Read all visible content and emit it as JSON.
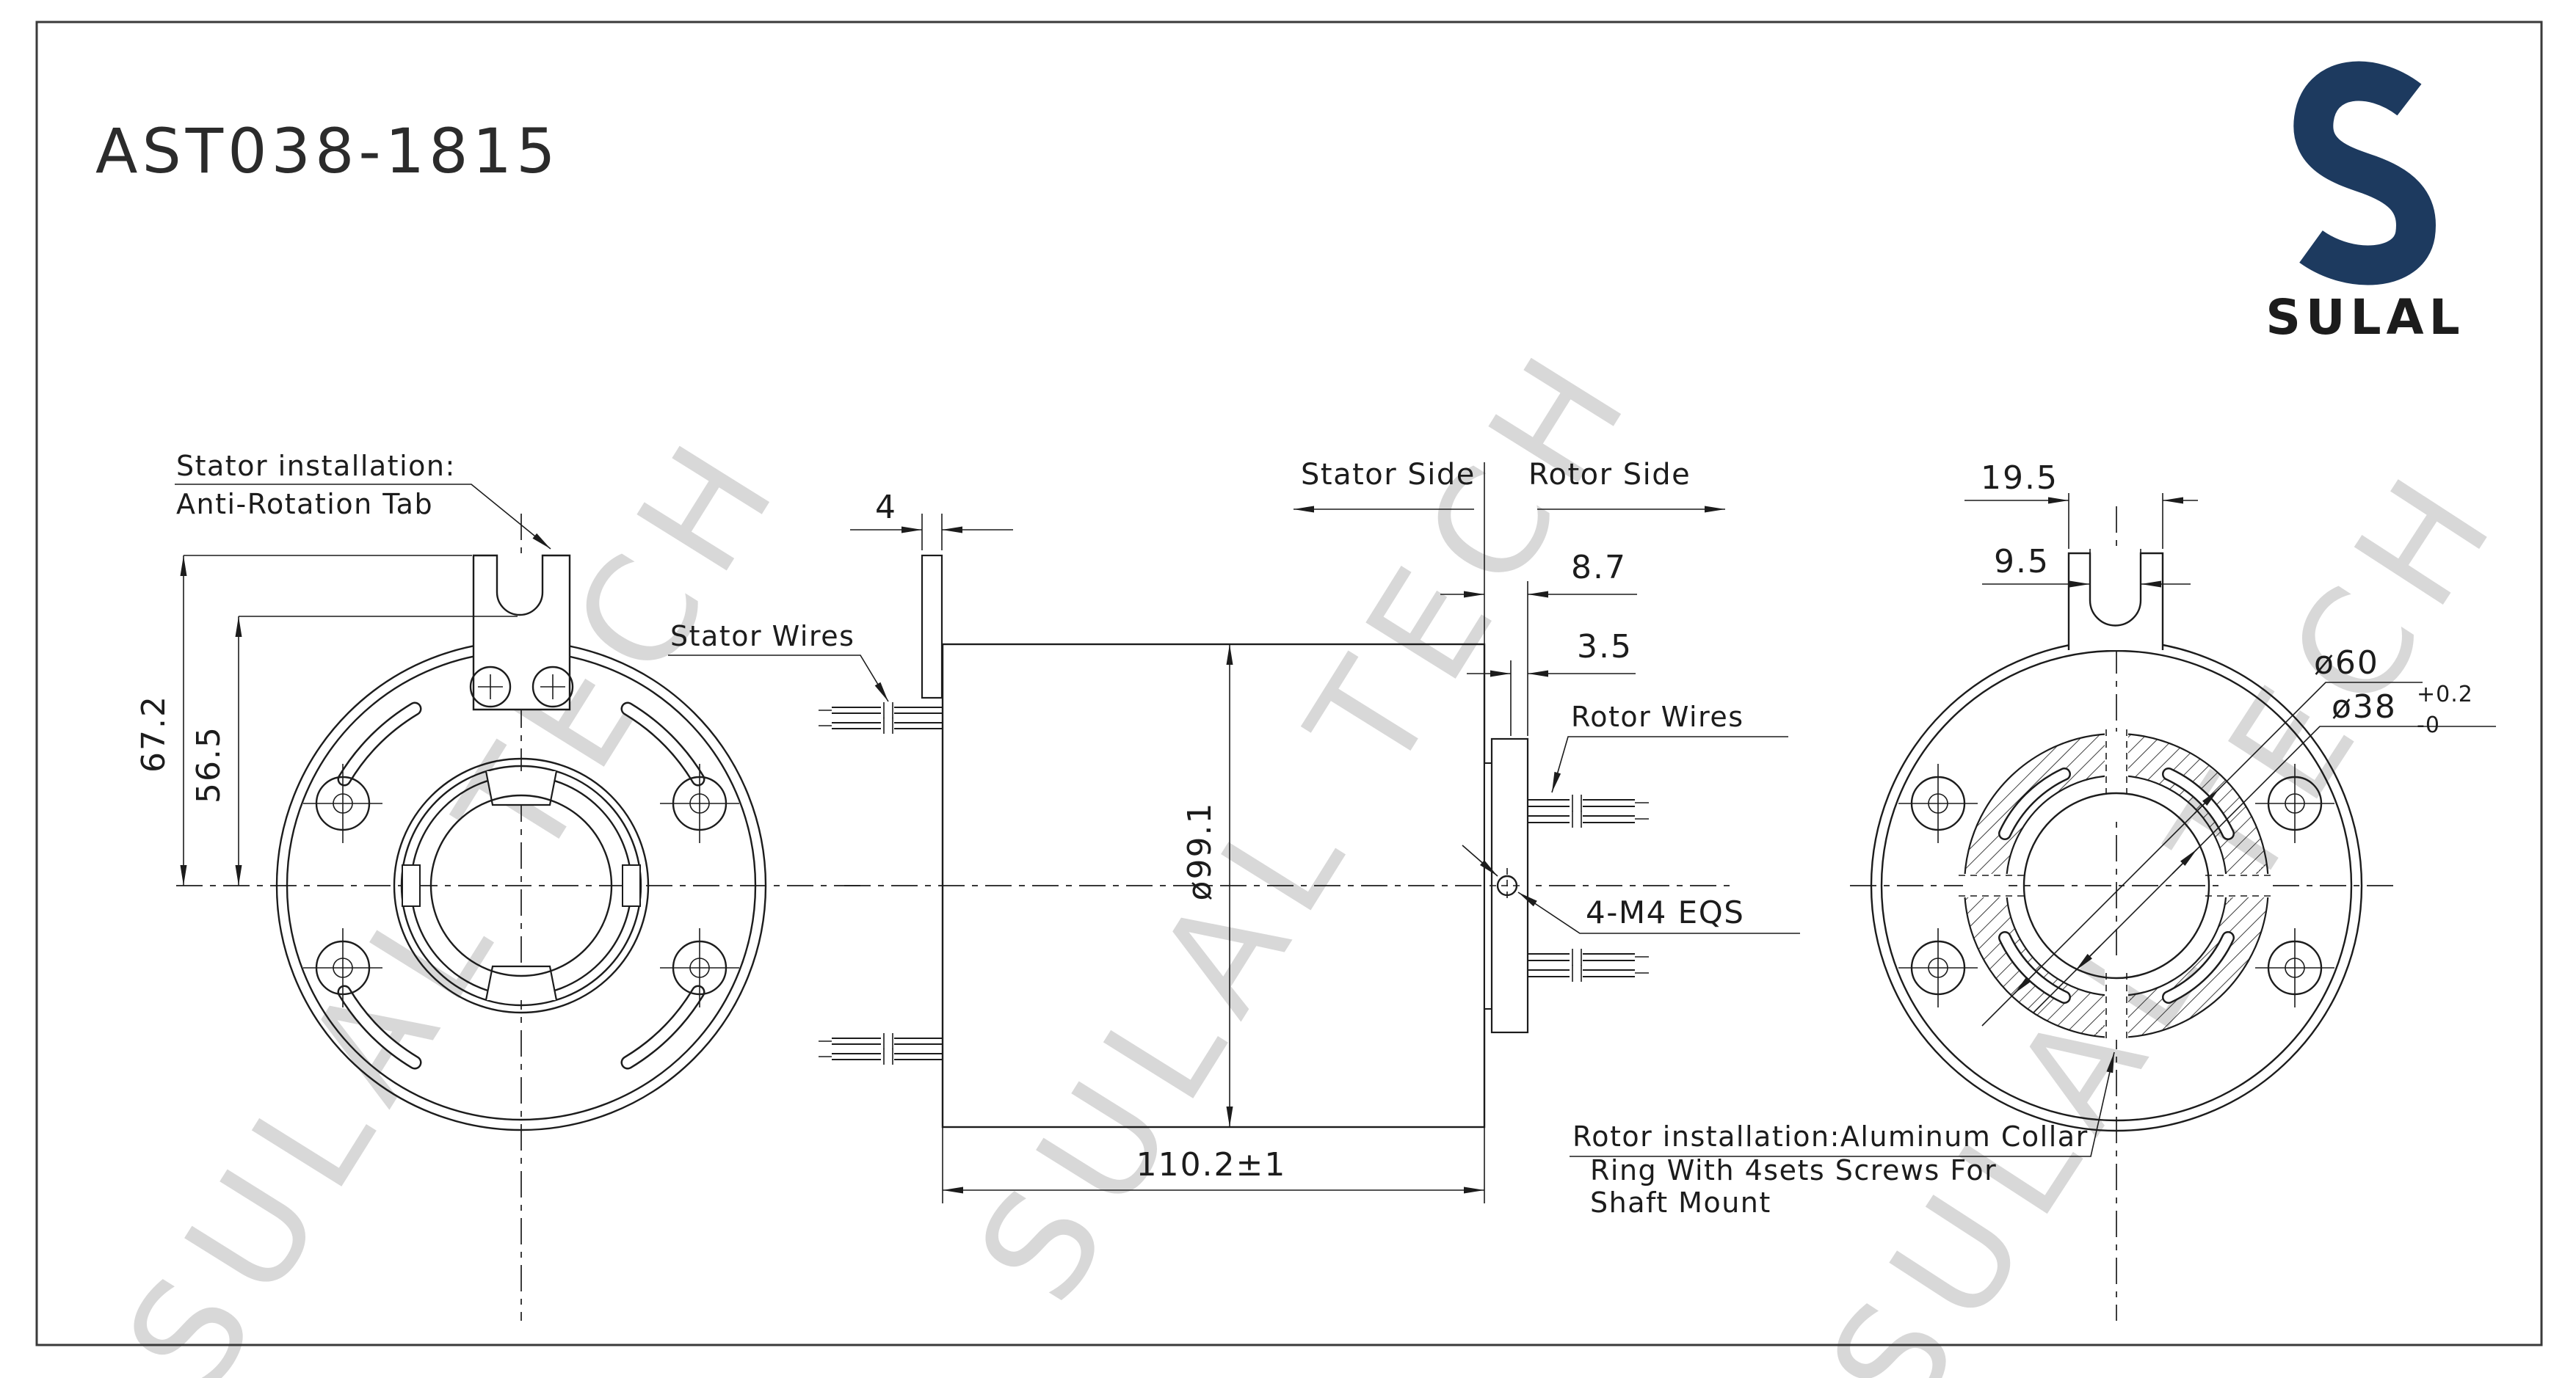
{
  "title": "AST038-1815",
  "brand": "SULAL",
  "watermark_text": "SULAL TECH",
  "front_view": {
    "note_line1": "Stator installation:",
    "note_line2": "Anti-Rotation Tab",
    "dim_overall_height": "67.2",
    "dim_tab_height": "56.5"
  },
  "side_view": {
    "dim_tab_thickness": "4",
    "label_stator_wires": "Stator Wires",
    "label_stator_side": "Stator Side",
    "label_rotor_side": "Rotor Side",
    "dim_collar_offset": "8.7",
    "dim_collar_thickness": "3.5",
    "label_rotor_wires": "Rotor Wires",
    "dim_body_diameter": "ø99.1",
    "label_screws": "4-M4 EQS",
    "dim_overall_length": "110.2±1"
  },
  "rotor_view": {
    "dim_tab_width": "19.5",
    "dim_slot_width": "9.5",
    "dim_collar_od": "ø60",
    "dim_bore": "ø38",
    "dim_bore_tol_upper": "+0.2",
    "dim_bore_tol_lower": "-0"
  },
  "note": {
    "line1": "Rotor installation:Aluminum Collar",
    "line2": "Ring With 4sets Screws For",
    "line3": "Shaft Mount"
  },
  "colors": {
    "line": "#1c1c1c",
    "brand": "#1d3a5f",
    "watermark": "#d8d8d8"
  }
}
